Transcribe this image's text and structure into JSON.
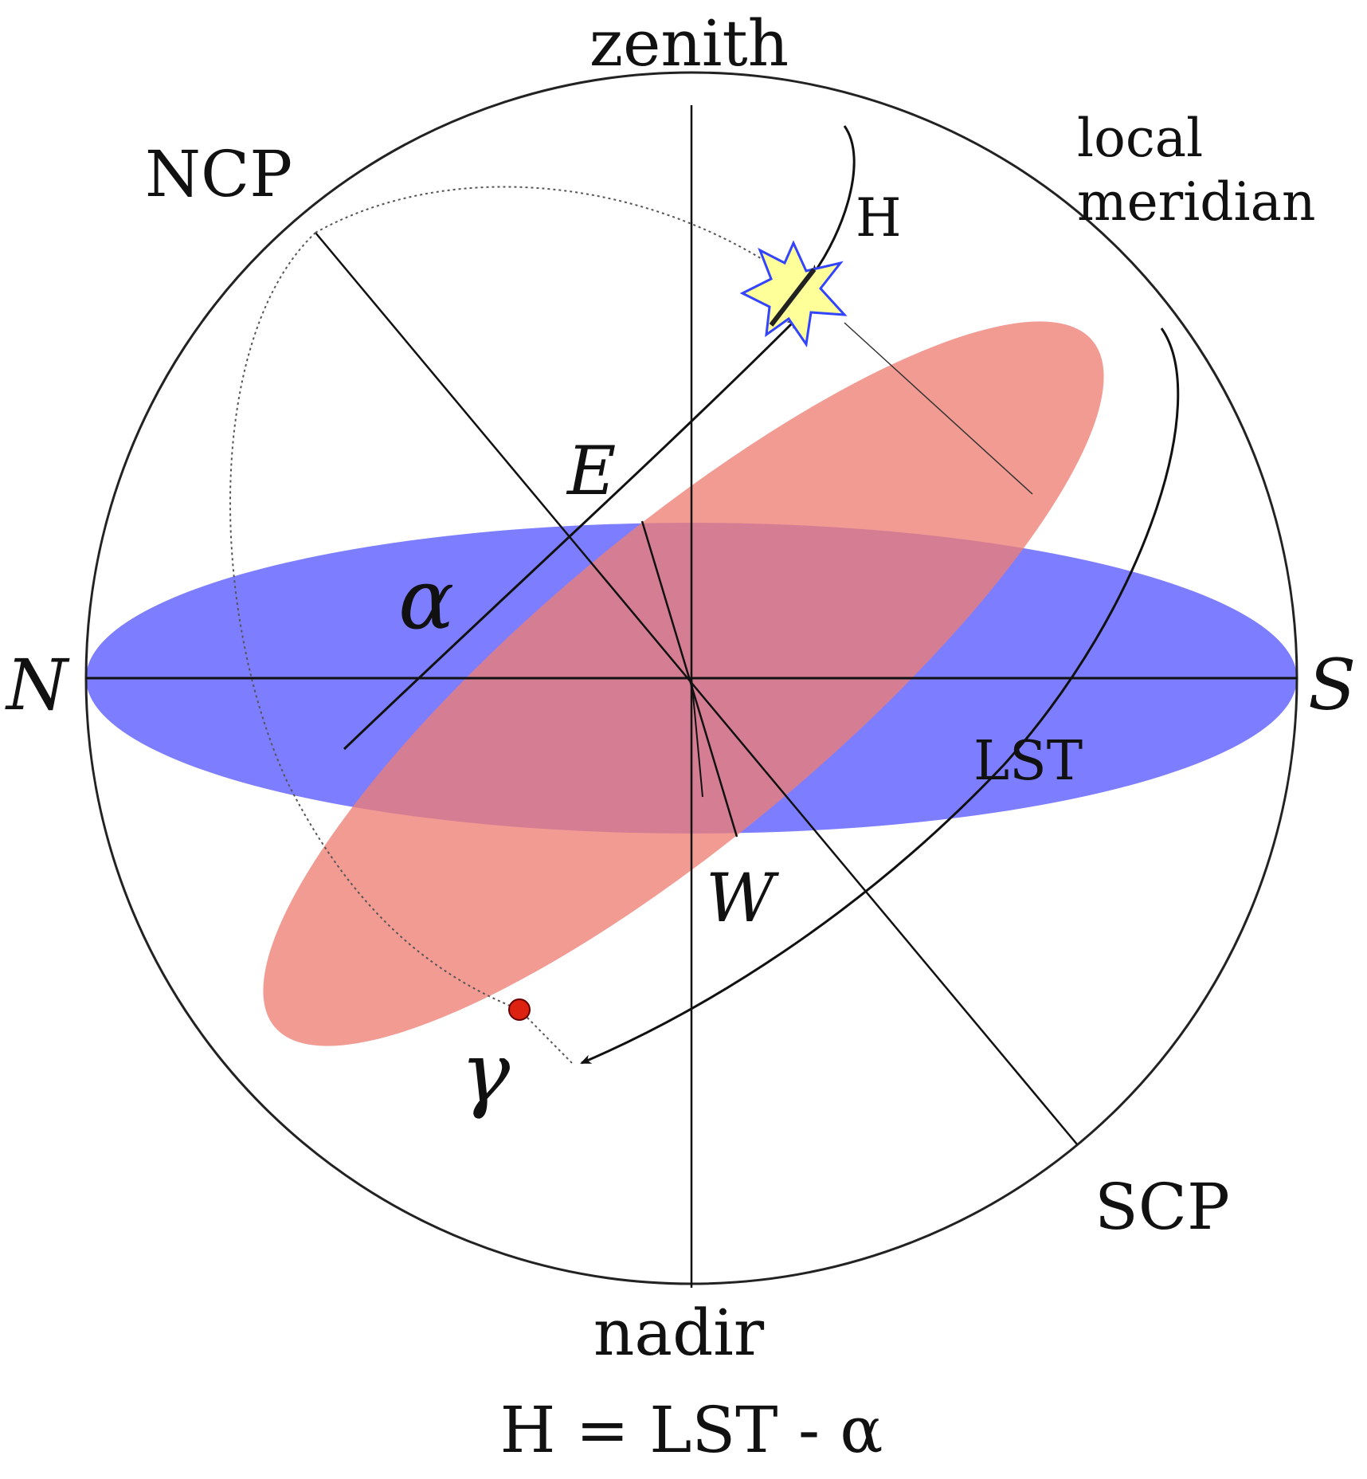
{
  "labels": {
    "zenith": "zenith",
    "nadir": "nadir",
    "ncp": "NCP",
    "scp": "SCP",
    "local_meridian_line1": "local",
    "local_meridian_line2": "meridian",
    "north": "N",
    "south": "S",
    "east": "E",
    "west": "W",
    "hour_angle": "H",
    "lst": "LST",
    "alpha": "α",
    "gamma": "γ",
    "formula": "H = LST - α"
  },
  "colors": {
    "horizon_plane": "#6666ff",
    "equator_plane": "#ee7f74",
    "overlap": "#b24f7c",
    "outline": "#222222",
    "star_fill": "#ffff99",
    "star_stroke": "#3344ff",
    "vernal_point": "#dd2211"
  },
  "icons": {
    "star": "star-icon",
    "vernal_point": "vernal-equinox-dot-icon"
  }
}
